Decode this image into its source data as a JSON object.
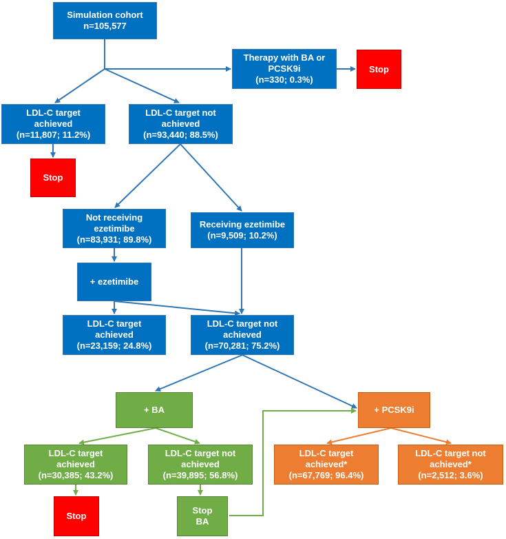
{
  "nodes": {
    "cohort": "Simulation cohort\nn=105,577",
    "therapy": "Therapy with BA or\nPCSK9i\n(n=330; 0.3%)",
    "stop1": "Stop",
    "achieved1": "LDL-C target\nachieved\n(n=11,807; 11.2%)",
    "notAchieved1": "LDL-C target not\nachieved\n(n=93,440; 88.5%)",
    "stop2": "Stop",
    "notEze": "Not receiving\nezetimibe\n(n=83,931; 89.8%)",
    "eze": "Receiving ezetimibe\n(n=9,509; 10.2%)",
    "plusEze": "+ ezetimibe",
    "achieved2": "LDL-C target\nachieved\n(n=23,159; 24.8%)",
    "notAchieved2": "LDL-C target not\nachieved\n(n=70,281; 75.2%)",
    "plusBA": "+ BA",
    "plusPCSK9i": "+ PCSK9i",
    "achieved3": "LDL-C target\nachieved\n(n=30,385; 43.2%)",
    "notAchieved3": "LDL-C target not\nachieved\n(n=39,895; 56.8%)",
    "achieved4": "LDL-C target\nachieved*\n(n=67,769; 96.4%)",
    "notAchieved4": "LDL-C target not\nachieved*\n(n=2,512; 3.6%)",
    "stop3": "Stop",
    "stopBA": "Stop\nBA"
  },
  "colors": {
    "blue": "#0070c0",
    "green": "#70ad47",
    "orange": "#ed7d31",
    "red": "#ff0000"
  }
}
